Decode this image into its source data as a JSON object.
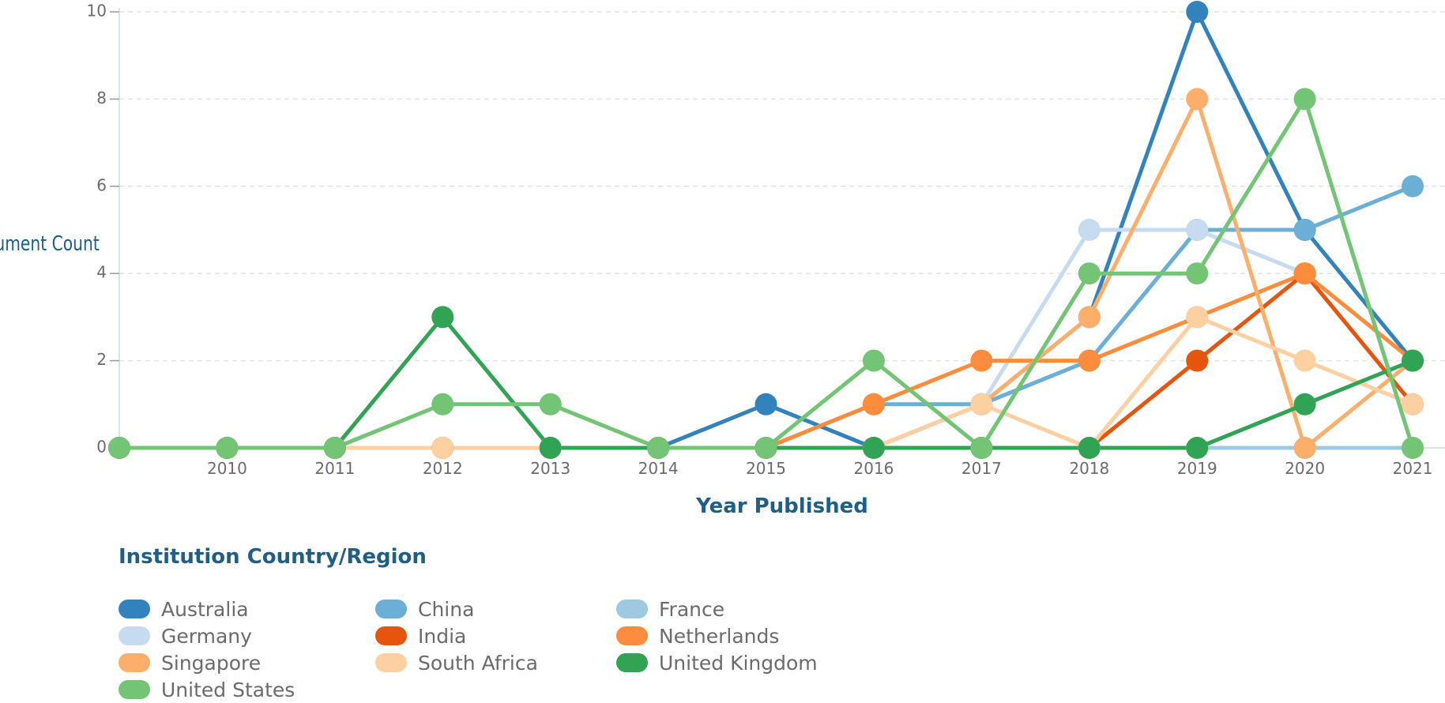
{
  "chart_data": {
    "type": "line",
    "xlabel": "Year Published",
    "ylabel": "Document Count",
    "legend_title": "Institution Country/Region",
    "x_ticks": [
      "2010",
      "2011",
      "2012",
      "2013",
      "2014",
      "2015",
      "2016",
      "2017",
      "2018",
      "2019",
      "2020",
      "2021"
    ],
    "y_ticks": [
      "0",
      "2",
      "4",
      "6",
      "8",
      "10"
    ],
    "xlim": [
      2009,
      2021.3
    ],
    "ylim": [
      0,
      10
    ],
    "grid": "horizontal-dashed",
    "legend_position": "bottom-left",
    "x": [
      2009,
      2010,
      2011,
      2012,
      2013,
      2014,
      2015,
      2016,
      2017,
      2018,
      2019,
      2020,
      2021
    ],
    "series": [
      {
        "name": "Australia",
        "color": "#3182bd",
        "values": [
          0,
          0,
          0,
          0,
          0,
          0,
          1,
          0,
          1,
          3,
          10,
          5,
          2
        ]
      },
      {
        "name": "China",
        "color": "#6baed6",
        "values": [
          0,
          0,
          0,
          0,
          0,
          0,
          0,
          1,
          1,
          2,
          5,
          5,
          6
        ]
      },
      {
        "name": "France",
        "color": "#9ecae1",
        "values": [
          0,
          0,
          0,
          0,
          0,
          0,
          0,
          0,
          0,
          0,
          0,
          0,
          0
        ]
      },
      {
        "name": "Germany",
        "color": "#c6dbef",
        "values": [
          0,
          0,
          0,
          0,
          0,
          0,
          0,
          0,
          1,
          5,
          5,
          4,
          1
        ]
      },
      {
        "name": "India",
        "color": "#e6550d",
        "values": [
          0,
          0,
          0,
          0,
          0,
          0,
          0,
          0,
          0,
          0,
          2,
          4,
          1
        ]
      },
      {
        "name": "Netherlands",
        "color": "#fd8d3c",
        "values": [
          0,
          0,
          0,
          0,
          0,
          0,
          0,
          1,
          2,
          2,
          3,
          4,
          2
        ]
      },
      {
        "name": "Singapore",
        "color": "#fdae6b",
        "values": [
          0,
          0,
          0,
          0,
          0,
          0,
          0,
          0,
          1,
          3,
          8,
          0,
          2
        ]
      },
      {
        "name": "South Africa",
        "color": "#fdd0a2",
        "values": [
          0,
          0,
          0,
          0,
          0,
          0,
          0,
          0,
          1,
          0,
          3,
          2,
          1
        ]
      },
      {
        "name": "United Kingdom",
        "color": "#31a354",
        "values": [
          0,
          0,
          0,
          3,
          0,
          0,
          0,
          0,
          0,
          0,
          0,
          1,
          2
        ]
      },
      {
        "name": "United States",
        "color": "#74c476",
        "values": [
          0,
          0,
          0,
          1,
          1,
          0,
          0,
          2,
          0,
          4,
          4,
          8,
          0
        ]
      }
    ]
  }
}
